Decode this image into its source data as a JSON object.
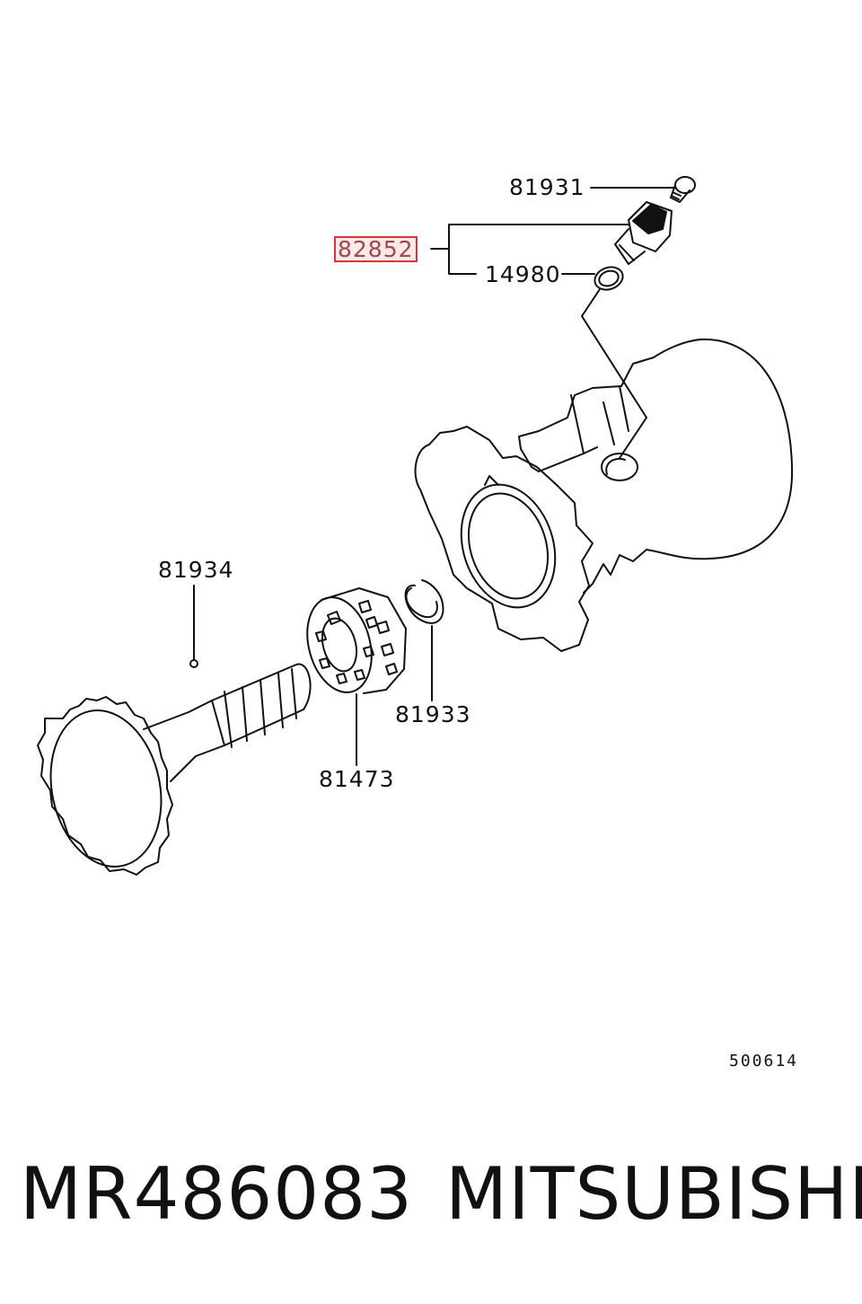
{
  "callouts": {
    "screw": "81931",
    "sensor": "82852",
    "o_ring": "14980",
    "bushing": "81934",
    "bearing": "81473",
    "snap_ring": "81933"
  },
  "diagram_number": "500614",
  "footer": {
    "part_number": "MR486083",
    "brand": "MITSUBISHI"
  },
  "colors": {
    "highlight_border": "#d23a3a",
    "highlight_fill": "#f6dede",
    "line": "#111111"
  }
}
